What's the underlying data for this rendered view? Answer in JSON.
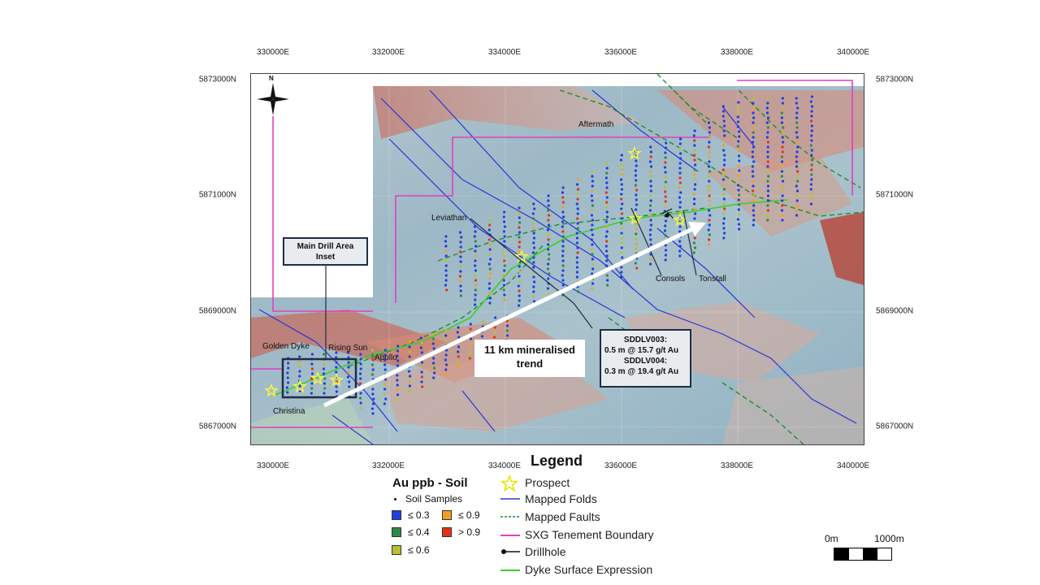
{
  "coords": {
    "eastings": [
      "330000E",
      "332000E",
      "334000E",
      "336000E",
      "338000E",
      "340000E"
    ],
    "northings": [
      "5873000N",
      "5871000N",
      "5869000N",
      "5867000N"
    ]
  },
  "north_arrow": {
    "label": "N"
  },
  "places": {
    "aftermath": "Aftermath",
    "leviathan": "Leviathan",
    "consols": "Consols",
    "tonstall": "Tonstall",
    "golden_dyke": "Golden Dyke",
    "rising_sun": "Rising Sun",
    "apollo": "Apollo",
    "christina": "Christina"
  },
  "callouts": {
    "inset": "Main Drill Area Inset",
    "trend": "11 km mineralised trend",
    "drill_line1": "SDDLV003:",
    "drill_line2": "0.5 m @ 15.7 g/t Au",
    "drill_line3": "SDDLV004:",
    "drill_line4": "0.3 m @ 19.4 g/t Au"
  },
  "legend": {
    "title": "Legend",
    "au_title": "Au ppb - Soil",
    "soil_samples": "Soil Samples",
    "classes": [
      {
        "label": "≤ 0.3",
        "color": "#1f3fe0"
      },
      {
        "label": "≤ 0.4",
        "color": "#2e8b45"
      },
      {
        "label": "≤ 0.6",
        "color": "#b8c030"
      },
      {
        "label": "≤ 0.9",
        "color": "#f2a020"
      },
      {
        "label": "> 0.9",
        "color": "#e83018"
      }
    ],
    "items": {
      "prospect": "Prospect",
      "folds": "Mapped Folds",
      "faults": "Mapped Faults",
      "tenement": "SXG Tenement Boundary",
      "drillhole": "Drillhole",
      "dyke": "Dyke Surface Expression"
    }
  },
  "scale": {
    "start": "0m",
    "end": "1000m"
  },
  "colors": {
    "folds": "#2a36d8",
    "faults": "#1e8e28",
    "tenement": "#e040c0",
    "dyke": "#39d02a",
    "prospect": "#f5f542"
  }
}
